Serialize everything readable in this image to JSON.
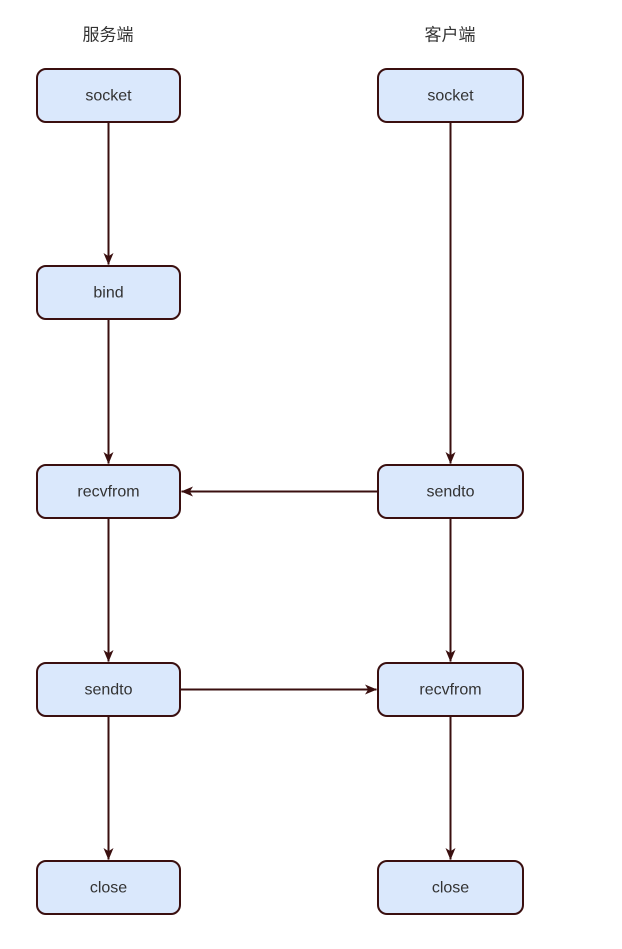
{
  "diagram": {
    "type": "flowchart",
    "description": "UDP socket communication flow between server and client",
    "columns": {
      "server": {
        "title": "服务端"
      },
      "client": {
        "title": "客户端"
      }
    },
    "nodes": {
      "server_socket": {
        "label": "socket",
        "column": "server",
        "row": 1
      },
      "server_bind": {
        "label": "bind",
        "column": "server",
        "row": 2
      },
      "server_recvfrom": {
        "label": "recvfrom",
        "column": "server",
        "row": 3
      },
      "server_sendto": {
        "label": "sendto",
        "column": "server",
        "row": 4
      },
      "server_close": {
        "label": "close",
        "column": "server",
        "row": 5
      },
      "client_socket": {
        "label": "socket",
        "column": "client",
        "row": 1
      },
      "client_sendto": {
        "label": "sendto",
        "column": "client",
        "row": 3
      },
      "client_recvfrom": {
        "label": "recvfrom",
        "column": "client",
        "row": 4
      },
      "client_close": {
        "label": "close",
        "column": "client",
        "row": 5
      }
    },
    "edges": [
      {
        "from": "server_socket",
        "to": "server_bind"
      },
      {
        "from": "server_bind",
        "to": "server_recvfrom"
      },
      {
        "from": "server_recvfrom",
        "to": "server_sendto"
      },
      {
        "from": "server_sendto",
        "to": "server_close"
      },
      {
        "from": "client_socket",
        "to": "client_sendto"
      },
      {
        "from": "client_sendto",
        "to": "client_recvfrom"
      },
      {
        "from": "client_recvfrom",
        "to": "client_close"
      },
      {
        "from": "client_sendto",
        "to": "server_recvfrom"
      },
      {
        "from": "server_sendto",
        "to": "client_recvfrom"
      }
    ],
    "colors": {
      "node_fill": "#dae8fc",
      "stroke": "#3a0f0f",
      "node_text": "#333333",
      "title_text": "#333333",
      "background": "#ffffff"
    }
  }
}
